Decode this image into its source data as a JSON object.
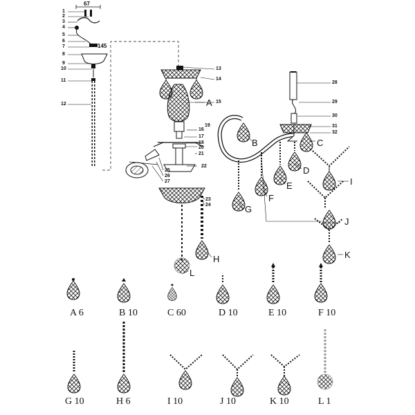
{
  "parts": {
    "dimension": "67",
    "dim_145": "145",
    "numbers": [
      "1",
      "2",
      "3",
      "4",
      "5",
      "6",
      "7",
      "8",
      "9",
      "10",
      "11",
      "12",
      "13",
      "14",
      "15",
      "16",
      "17",
      "18",
      "19",
      "20",
      "21",
      "22",
      "23",
      "24",
      "25",
      "26",
      "27",
      "28",
      "29",
      "30",
      "31",
      "32"
    ],
    "letters": [
      "A",
      "B",
      "C",
      "D",
      "E",
      "F",
      "G",
      "H",
      "I",
      "J",
      "K",
      "L"
    ]
  },
  "legend": [
    {
      "code": "A",
      "qty": "6"
    },
    {
      "code": "B",
      "qty": "10"
    },
    {
      "code": "C",
      "qty": "60"
    },
    {
      "code": "D",
      "qty": "10"
    },
    {
      "code": "E",
      "qty": "10"
    },
    {
      "code": "F",
      "qty": "10"
    },
    {
      "code": "G",
      "qty": "10"
    },
    {
      "code": "H",
      "qty": "6"
    },
    {
      "code": "I",
      "qty": "10"
    },
    {
      "code": "J",
      "qty": "10"
    },
    {
      "code": "K",
      "qty": "10"
    },
    {
      "code": "L",
      "qty": "1"
    }
  ]
}
